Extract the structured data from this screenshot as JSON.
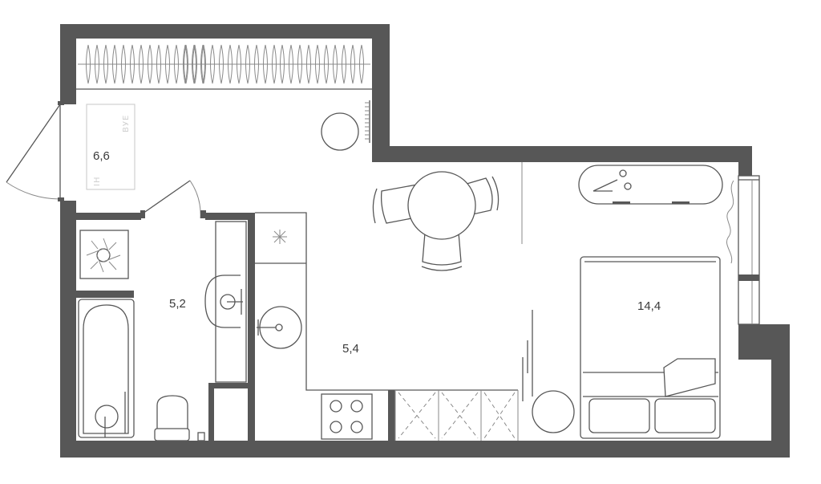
{
  "rooms": {
    "hall": {
      "area": "6,6"
    },
    "bathroom": {
      "area": "5,2"
    },
    "kitchen": {
      "area": "5,4"
    },
    "living": {
      "area": "14,4"
    }
  },
  "wardrobe_mark": "ВУЕ",
  "shelf_mark": "IH",
  "colors": {
    "wall": "#575757",
    "line": "#8a8a8a",
    "background": "#ffffff"
  }
}
